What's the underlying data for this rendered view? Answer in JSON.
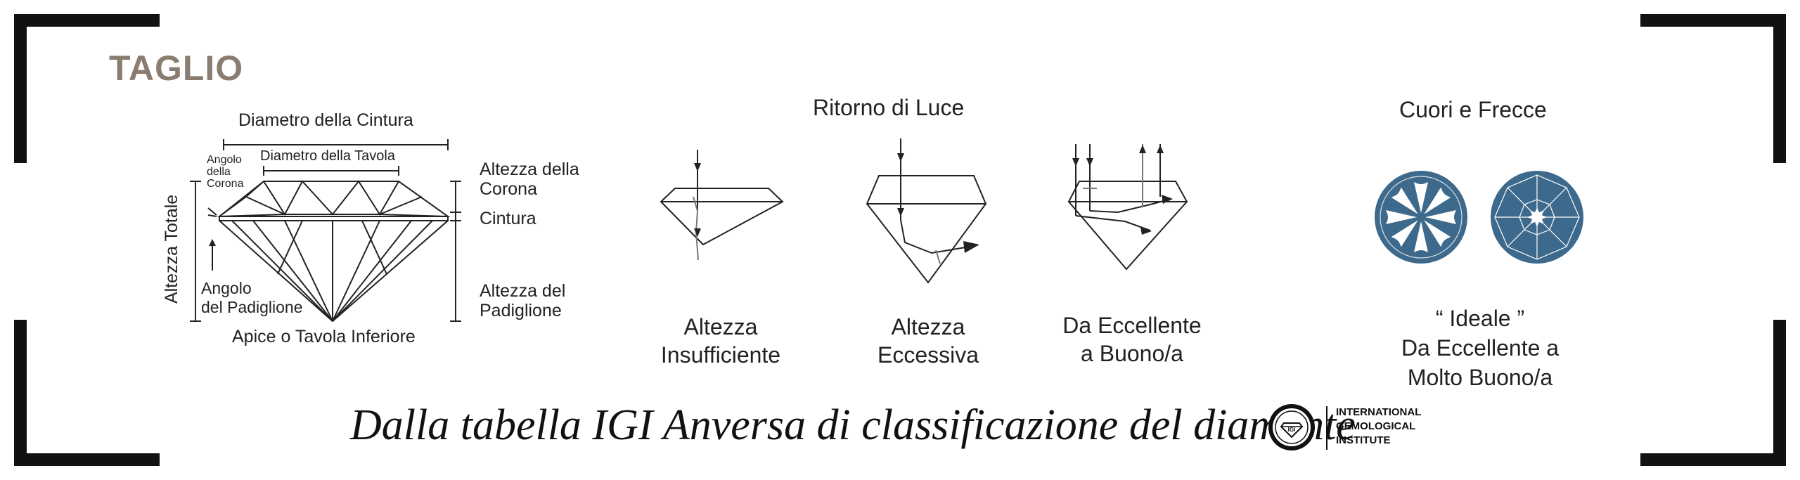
{
  "section_title": "TAGLIO",
  "anatomy": {
    "girdle_diameter": "Diametro della Cintura",
    "table_diameter": "Diametro della Tavola",
    "crown_angle": [
      "Angolo",
      "della",
      "Corona"
    ],
    "total_depth": "Altezza Totale",
    "pavilion_angle": [
      "Angolo",
      "del Padiglione"
    ],
    "culet": "Apice o Tavola Inferiore",
    "crown_height": [
      "Altezza della",
      "Corona"
    ],
    "girdle": "Cintura",
    "pavilion_depth": [
      "Altezza del",
      "Padiglione"
    ]
  },
  "light_return": {
    "heading": "Ritorno di Luce",
    "captions": [
      [
        "Altezza",
        "Insufficiente"
      ],
      [
        "Altezza",
        "Eccessiva"
      ],
      [
        "Da Eccellente",
        "a Buono/a"
      ]
    ]
  },
  "hearts_arrows": {
    "heading": "Cuori e Frecce",
    "caption": [
      "“ Ideale ”",
      "Da Eccellente a",
      "Molto Buono/a"
    ]
  },
  "footer": {
    "text": "Dalla tabella IGI Anversa di classificazione del diamante",
    "logo_text": [
      "INTERNATIONAL",
      "GEMOLOGICAL",
      "INSTITUTE"
    ],
    "logo_mark": "IGI"
  },
  "colors": {
    "title": "#8a7d70",
    "ink": "#222222",
    "diamond_blue": "#3d6a8c"
  }
}
